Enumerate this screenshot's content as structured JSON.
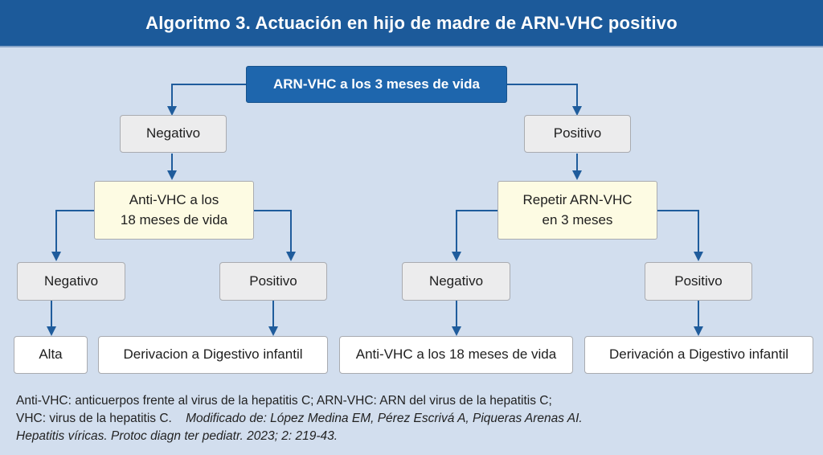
{
  "header": {
    "title": "Algoritmo 3.  Actuación en hijo de madre de ARN-VHC positivo"
  },
  "colors": {
    "header_bg": "#1c5a9a",
    "canvas_bg": "#d2deee",
    "top_box_bg": "#1e66ad",
    "arrow": "#1f5c9c",
    "gray_box": "#ececed",
    "yellow_box": "#fdfbe3"
  },
  "diagram": {
    "root": "ARN-VHC a los 3 meses de vida",
    "left": {
      "result": "Negativo",
      "test_line1": "Anti-VHC a los",
      "test_line2": "18 meses de vida",
      "neg": "Negativo",
      "pos": "Positivo",
      "neg_outcome": "Alta",
      "pos_outcome": "Derivacion a Digestivo infantil"
    },
    "right": {
      "result": "Positivo",
      "test_line1": "Repetir ARN-VHC",
      "test_line2": "en 3 meses",
      "neg": "Negativo",
      "pos": "Positivo",
      "neg_outcome": "Anti-VHC a los 18 meses de vida",
      "pos_outcome": "Derivación a Digestivo infantil"
    }
  },
  "footnote": {
    "line1": "Anti-VHC: anticuerpos frente al virus de la hepatitis C;   ARN-VHC: ARN del virus de la hepatitis C;",
    "line2_plain": "VHC: virus de la hepatitis C.",
    "line2_italic": "Modificado de: López Medina EM, Pérez Escrivá A, Piqueras Arenas AI.",
    "line3_italic": "Hepatitis víricas. Protoc diagn ter pediatr. 2023; 2: 219-43."
  }
}
